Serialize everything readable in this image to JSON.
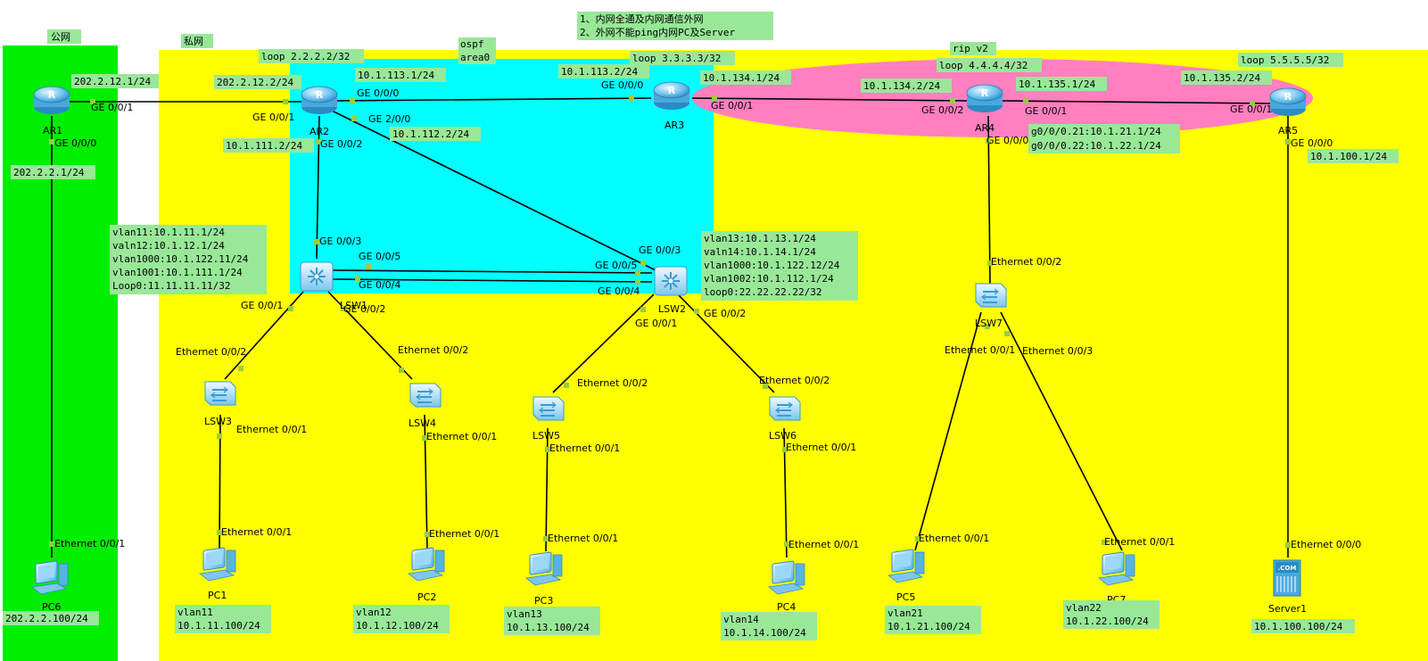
{
  "notes": [
    "1、内网全通及内网通信外网",
    "2、外网不能ping内网PC及Server"
  ],
  "zones": {
    "public": "公网",
    "private": "私网",
    "ospf": [
      "ospf",
      "area0"
    ],
    "rip": "rip v2"
  },
  "colors": {
    "public": "#00ee00",
    "private": "#ffff00",
    "ospf": "#00ffff",
    "rip": "#ff7fbf",
    "label_bg": "#98e898",
    "port": "#9ccc3c"
  },
  "devices": {
    "AR1": "AR1",
    "AR2": "AR2",
    "AR3": "AR3",
    "AR4": "AR4",
    "AR5": "AR5",
    "LSW1": "LSW1",
    "LSW2": "LSW2",
    "LSW3": "LSW3",
    "LSW4": "LSW4",
    "LSW5": "LSW5",
    "LSW6": "LSW6",
    "LSW7": "LSW7",
    "PC1": "PC1",
    "PC2": "PC2",
    "PC3": "PC3",
    "PC4": "PC4",
    "PC5": "PC5",
    "PC6": "PC6",
    "PC7": "PC7",
    "Server1": "Server1"
  },
  "ports": {
    "ar1_g001": "GE 0/0/1",
    "ar1_g000": "GE 0/0/0",
    "ar2_g001": "GE 0/0/1",
    "ar2_g000": "GE 0/0/0",
    "ar2_g200": "GE 2/0/0",
    "ar2_g002": "GE 0/0/2",
    "ar3_g000": "GE 0/0/0",
    "ar3_g001": "GE 0/0/1",
    "ar4_g002": "GE 0/0/2",
    "ar4_g001": "GE 0/0/1",
    "ar4_g000": "GE 0/0/0",
    "ar5_g001": "GE 0/0/1",
    "ar5_g000": "GE 0/0/0",
    "lsw1_g003": "GE 0/0/3",
    "lsw1_g005": "GE 0/0/5",
    "lsw1_g004": "GE 0/0/4",
    "lsw1_g001": "GE 0/0/1",
    "lsw1_g002": "GE 0/0/2",
    "lsw2_g003": "GE 0/0/3",
    "lsw2_g005": "GE 0/0/5",
    "lsw2_g004": "GE 0/0/4",
    "lsw2_g001": "GE 0/0/1",
    "lsw2_g002": "GE 0/0/2",
    "lsw3_e2": "Ethernet 0/0/2",
    "lsw3_e1": "Ethernet 0/0/1",
    "lsw4_e2": "Ethernet 0/0/2",
    "lsw4_e1": "Ethernet 0/0/1",
    "lsw5_e2": "Ethernet 0/0/2",
    "lsw5_e1": "Ethernet 0/0/1",
    "lsw6_e2": "Ethernet 0/0/2",
    "lsw6_e1": "Ethernet 0/0/1",
    "lsw7_e2": "Ethernet 0/0/2",
    "lsw7_e1": "Ethernet 0/0/1",
    "lsw7_e3": "Ethernet 0/0/3",
    "pc1_e1": "Ethernet 0/0/1",
    "pc2_e1": "Ethernet 0/0/1",
    "pc3_e1": "Ethernet 0/0/1",
    "pc4_e1": "Ethernet 0/0/1",
    "pc5_e1": "Ethernet 0/0/1",
    "pc6_e1": "Ethernet 0/0/1",
    "pc7_e1": "Ethernet 0/0/1",
    "srv_e0": "Ethernet 0/0/0"
  },
  "addresses": {
    "ar1_g001": "202.2.12.1/24",
    "ar1_g000": "202.2.2.1/24",
    "ar2_loop": "loop 2.2.2.2/32",
    "ar2_g001": "202.2.12.2/24",
    "ar2_g000": "10.1.113.1/24",
    "ar2_g200": "10.1.112.2/24",
    "ar2_g002": "10.1.111.2/24",
    "ar3_g000": "10.1.113.2/24",
    "ar3_loop": "loop 3.3.3.3/32",
    "ar3_g001": "10.1.134.1/24",
    "ar4_loop": "loop 4.4.4.4/32",
    "ar4_g002": "10.1.134.2/24",
    "ar4_g001": "10.1.135.1/24",
    "ar4_sub": [
      "g0/0/0.21:10.1.21.1/24",
      "g0/0/0.22:10.1.22.1/24"
    ],
    "ar5_loop": "loop 5.5.5.5/32",
    "ar5_g001": "10.1.135.2/24",
    "ar5_g000": "10.1.100.1/24",
    "lsw1": [
      "vlan11:10.1.11.1/24",
      "valn12:10.1.12.1/24",
      "vlan1000:10.1.122.11/24",
      "vlan1001:10.1.111.1/24",
      "Loop0:11.11.11.11/32"
    ],
    "lsw2": [
      "vlan13:10.1.13.1/24",
      "valn14:10.1.14.1/24",
      "vlan1000:10.1.122.12/24",
      "vlan1002:10.1.112.1/24",
      "loop0:22.22.22.22/32"
    ],
    "pc1": [
      "vlan11",
      "10.1.11.100/24"
    ],
    "pc2": [
      "vlan12",
      "10.1.12.100/24"
    ],
    "pc3": [
      "vlan13",
      "10.1.13.100/24"
    ],
    "pc4": [
      "vlan14",
      "10.1.14.100/24"
    ],
    "pc5": [
      "vlan21",
      "10.1.21.100/24"
    ],
    "pc6": "202.2.2.100/24",
    "pc7": [
      "vlan22",
      "10.1.22.100/24"
    ],
    "server1": "10.1.100.100/24"
  }
}
